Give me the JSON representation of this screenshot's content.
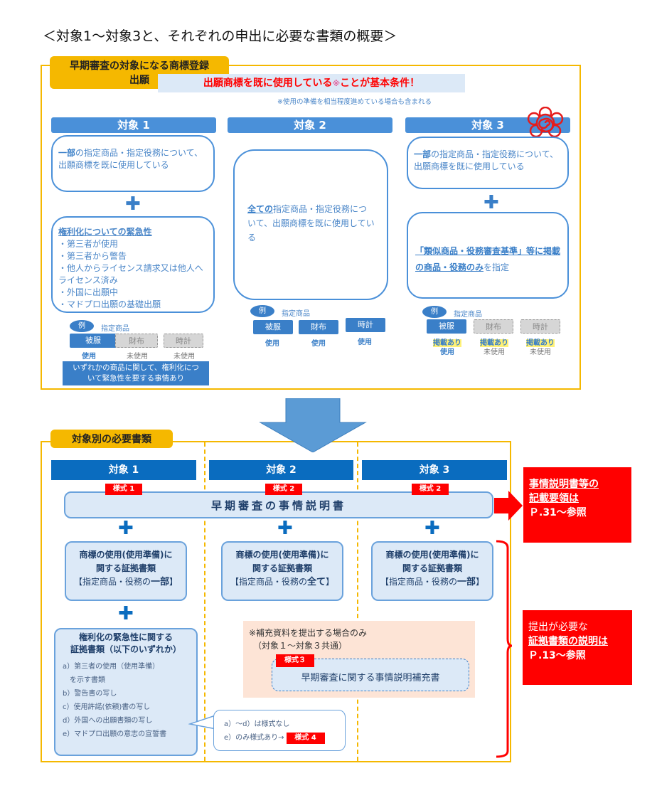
{
  "title": "＜対象1〜対象3と、それぞれの申出に必要な書類の概要＞",
  "top_section": {
    "tag": "早期審査の対象になる商標登録出願",
    "condition": "出願商標を既に使用している",
    "condition_mark": "※",
    "condition_tail": "ことが基本条件！",
    "footnote": "※使用の準備を相当程度進めている場合も含まれる",
    "example_badge": "例",
    "example_label": "指定商品",
    "targets": [
      {
        "header": "対象 1",
        "box1_bold": "一部",
        "box1_text": "の指定商品・指定役務について、出願商標を既に使用している",
        "plus": "✚",
        "box2_title": "権利化についての緊急性",
        "box2_items": [
          "・第三者が使用",
          "・第三者から警告",
          "・他人からライセンス請求又は他人へライセンス済み",
          "・外国に出願中",
          "・マドプロ出願の基礎出願"
        ],
        "chips": [
          {
            "name": "被服",
            "status": "使用",
            "active": true
          },
          {
            "name": "財布",
            "status": "未使用",
            "active": false
          },
          {
            "name": "時計",
            "status": "未使用",
            "active": false
          }
        ],
        "note": "いずれかの商品に関して、権利化について緊急性を要する事情あり"
      },
      {
        "header": "対象 2",
        "box1_bold": "全ての",
        "box1_text": "指定商品・指定役務について、出願商標を既に使用している",
        "chips": [
          {
            "name": "被服",
            "status": "使用",
            "active": true
          },
          {
            "name": "財布",
            "status": "使用",
            "active": true
          },
          {
            "name": "時計",
            "status": "使用",
            "active": true
          }
        ]
      },
      {
        "header": "対象 3",
        "box1_bold": "一部",
        "box1_text": "の指定商品・指定役務について、出願商標を既に使用している",
        "plus": "✚",
        "box2_underlined": "「類似商品・役務審査基準」等に掲載の商品・役務のみ",
        "box2_tail": "を指定",
        "chips": [
          {
            "name": "被服",
            "listed": "掲載あり",
            "status": "使用",
            "active": true
          },
          {
            "name": "財布",
            "listed": "掲載あり",
            "status": "未使用",
            "active": false
          },
          {
            "name": "時計",
            "listed": "掲載あり",
            "status": "未使用",
            "active": false
          }
        ]
      }
    ]
  },
  "bottom_section": {
    "tag": "対象別の必要書類",
    "columns": [
      {
        "header": "対象 1",
        "form": "様式 1",
        "evidence_l1": "商標の使用(使用準備)に",
        "evidence_l2": "関する証拠書類",
        "evidence_l3a": "【指定商品・役務の",
        "evidence_l3b": "一部",
        "evidence_l3c": "】"
      },
      {
        "header": "対象 2",
        "form": "様式 2",
        "evidence_l1": "商標の使用(使用準備)に",
        "evidence_l2": "関する証拠書類",
        "evidence_l3a": "【指定商品・役務の",
        "evidence_l3b": "全て",
        "evidence_l3c": "】"
      },
      {
        "header": "対象 3",
        "form": "様式 2",
        "evidence_l1": "商標の使用(使用準備)に",
        "evidence_l2": "関する証拠書類",
        "evidence_l3a": "【指定商品・役務の",
        "evidence_l3b": "一部",
        "evidence_l3c": "】"
      }
    ],
    "explanation_doc": "早期審査の事情説明書",
    "plus": "✚",
    "urgency_title_l1": "権利化の緊急性に関する",
    "urgency_title_l2": "証拠書類（以下のいずれか）",
    "urgency_items": [
      "a）第三者の使用（使用準備）",
      "　を示す書類",
      "b）警告書の写し",
      "c）使用許諾(依頼)書の写し",
      "d）外国への出願書類の写し",
      "e）マドプロ出願の意志の宣誓書"
    ],
    "callout_l1": "a）〜d）は様式なし",
    "callout_l2": "e）のみ様式あり→",
    "callout_form": "様式 4",
    "supplement_l1": "※補充資料を提出する場合のみ",
    "supplement_l2": "（対象１〜対象３共通）",
    "supplement_form": "様式３",
    "supplement_doc": "早期審査に関する事情説明補充書",
    "ref1": {
      "l1": "事情説明書等の",
      "l2": "記載要領は",
      "l3": "Ｐ.31〜参照"
    },
    "ref2": {
      "l1": "提出が必要な",
      "l2": "証拠書類の説明は",
      "l3": "Ｐ.13〜参照"
    }
  },
  "colors": {
    "frame": "#f5b800",
    "header_blue": "#4a90d9",
    "dark_blue": "#0a6cbf",
    "red": "#ff0000",
    "light_blue": "#dce9f7",
    "peach": "#fde4d6"
  }
}
